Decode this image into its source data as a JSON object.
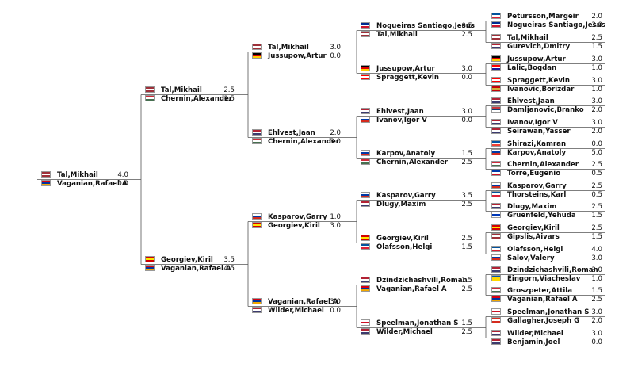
{
  "rounds": [
    {
      "pairings": [
        {
          "players": [
            {
              "name": "Petursson,Margeir",
              "score": "2.0",
              "flag": "is"
            },
            {
              "name": "Nogueiras Santiago,Jesus",
              "score": "3.0",
              "flag": "cu"
            }
          ]
        },
        {
          "players": [
            {
              "name": "Tal,Mikhail",
              "score": "2.5",
              "flag": "lv"
            },
            {
              "name": "Gurevich,Dmitry",
              "score": "1.5",
              "flag": "us"
            }
          ]
        },
        {
          "players": [
            {
              "name": "Jussupow,Artur",
              "score": "3.0",
              "flag": "de"
            },
            {
              "name": "Lalic,Bogdan",
              "score": "1.0",
              "flag": "hr"
            }
          ]
        },
        {
          "players": [
            {
              "name": "Spraggett,Kevin",
              "score": "3.0",
              "flag": "ca"
            },
            {
              "name": "Ivanovic,Borizdar",
              "score": "1.0",
              "flag": "me"
            }
          ]
        },
        {
          "players": [
            {
              "name": "Ehlvest,Jaan",
              "score": "3.0",
              "flag": "us"
            },
            {
              "name": "Damljanovic,Branko",
              "score": "2.0",
              "flag": "rs"
            }
          ]
        },
        {
          "players": [
            {
              "name": "Ivanov,Igor V",
              "score": "3.0",
              "flag": "us"
            },
            {
              "name": "Seirawan,Yasser",
              "score": "2.0",
              "flag": "us"
            }
          ]
        },
        {
          "players": [
            {
              "name": "Shirazi,Kamran",
              "score": "0.0",
              "flag": "fr"
            },
            {
              "name": "Karpov,Anatoly",
              "score": "5.0",
              "flag": "ru"
            }
          ]
        },
        {
          "players": [
            {
              "name": "Chernin,Alexander",
              "score": "2.5",
              "flag": "hu"
            },
            {
              "name": "Torre,Eugenio",
              "score": "0.5",
              "flag": "ph"
            }
          ]
        },
        {
          "players": [
            {
              "name": "Kasparov,Garry",
              "score": "2.5",
              "flag": "ru"
            },
            {
              "name": "Thorsteins,Karl",
              "score": "0.5",
              "flag": "is"
            }
          ]
        },
        {
          "players": [
            {
              "name": "Dlugy,Maxim",
              "score": "2.5",
              "flag": "us"
            },
            {
              "name": "Gruenfeld,Yehuda",
              "score": "1.5",
              "flag": "il"
            }
          ]
        },
        {
          "players": [
            {
              "name": "Georgiev,Kiril",
              "score": "2.5",
              "flag": "mk"
            },
            {
              "name": "Gipslis,Aivars",
              "score": "1.5",
              "flag": "lv"
            }
          ]
        },
        {
          "players": [
            {
              "name": "Olafsson,Helgi",
              "score": "4.0",
              "flag": "is"
            },
            {
              "name": "Salov,Valery",
              "score": "3.0",
              "flag": "ru"
            }
          ]
        },
        {
          "players": [
            {
              "name": "Dzindzichashvili,Roman",
              "score": "3.0",
              "flag": "us"
            },
            {
              "name": "Eingorn,Viacheslav",
              "score": "1.0",
              "flag": "ua"
            }
          ]
        },
        {
          "players": [
            {
              "name": "Groszpeter,Attila",
              "score": "1.5",
              "flag": "hu"
            },
            {
              "name": "Vaganian,Rafael A",
              "score": "2.5",
              "flag": "am"
            }
          ]
        },
        {
          "players": [
            {
              "name": "Speelman,Jonathan S",
              "score": "3.0",
              "flag": "en"
            },
            {
              "name": "Gallagher,Joseph G",
              "score": "2.0",
              "flag": "ch"
            }
          ]
        },
        {
          "players": [
            {
              "name": "Wilder,Michael",
              "score": "3.0",
              "flag": "us"
            },
            {
              "name": "Benjamin,Joel",
              "score": "0.0",
              "flag": "us"
            }
          ]
        }
      ]
    },
    {
      "pairings": [
        {
          "players": [
            {
              "name": "Nogueiras Santiago,Jesus",
              "score": "0.5",
              "flag": "cu"
            },
            {
              "name": "Tal,Mikhail",
              "score": "2.5",
              "flag": "lv"
            }
          ]
        },
        {
          "players": [
            {
              "name": "Jussupow,Artur",
              "score": "3.0",
              "flag": "de"
            },
            {
              "name": "Spraggett,Kevin",
              "score": "0.0",
              "flag": "ca"
            }
          ]
        },
        {
          "players": [
            {
              "name": "Ehlvest,Jaan",
              "score": "3.0",
              "flag": "us"
            },
            {
              "name": "Ivanov,Igor V",
              "score": "0.0",
              "flag": "ru"
            }
          ]
        },
        {
          "players": [
            {
              "name": "Karpov,Anatoly",
              "score": "1.5",
              "flag": "ru"
            },
            {
              "name": "Chernin,Alexander",
              "score": "2.5",
              "flag": "hu"
            }
          ]
        },
        {
          "players": [
            {
              "name": "Kasparov,Garry",
              "score": "3.5",
              "flag": "ru"
            },
            {
              "name": "Dlugy,Maxim",
              "score": "2.5",
              "flag": "us"
            }
          ]
        },
        {
          "players": [
            {
              "name": "Georgiev,Kiril",
              "score": "2.5",
              "flag": "mk"
            },
            {
              "name": "Olafsson,Helgi",
              "score": "1.5",
              "flag": "is"
            }
          ]
        },
        {
          "players": [
            {
              "name": "Dzindzichashvili,Roman",
              "score": "1.5",
              "flag": "us"
            },
            {
              "name": "Vaganian,Rafael A",
              "score": "2.5",
              "flag": "am"
            }
          ]
        },
        {
          "players": [
            {
              "name": "Speelman,Jonathan S",
              "score": "1.5",
              "flag": "en"
            },
            {
              "name": "Wilder,Michael",
              "score": "2.5",
              "flag": "us"
            }
          ]
        }
      ]
    },
    {
      "pairings": [
        {
          "players": [
            {
              "name": "Tal,Mikhail",
              "score": "3.0",
              "flag": "lv"
            },
            {
              "name": "Jussupow,Artur",
              "score": "0.0",
              "flag": "de"
            }
          ]
        },
        {
          "players": [
            {
              "name": "Ehlvest,Jaan",
              "score": "2.0",
              "flag": "us"
            },
            {
              "name": "Chernin,Alexander",
              "score": "3.0",
              "flag": "hu"
            }
          ]
        },
        {
          "players": [
            {
              "name": "Kasparov,Garry",
              "score": "1.0",
              "flag": "ru"
            },
            {
              "name": "Georgiev,Kiril",
              "score": "3.0",
              "flag": "mk"
            }
          ]
        },
        {
          "players": [
            {
              "name": "Vaganian,Rafael A",
              "score": "3.0",
              "flag": "am"
            },
            {
              "name": "Wilder,Michael",
              "score": "0.0",
              "flag": "us"
            }
          ]
        }
      ]
    },
    {
      "pairings": [
        {
          "players": [
            {
              "name": "Tal,Mikhail",
              "score": "2.5",
              "flag": "lv"
            },
            {
              "name": "Chernin,Alexander",
              "score": "1.5",
              "flag": "hu"
            }
          ]
        },
        {
          "players": [
            {
              "name": "Georgiev,Kiril",
              "score": "3.5",
              "flag": "mk"
            },
            {
              "name": "Vaganian,Rafael A",
              "score": "4.5",
              "flag": "am"
            }
          ]
        }
      ]
    },
    {
      "pairings": [
        {
          "players": [
            {
              "name": "Tal,Mikhail",
              "score": "4.0",
              "flag": "lv"
            },
            {
              "name": "Vaganian,Rafael A",
              "score": "0.0",
              "flag": "am"
            }
          ]
        }
      ]
    }
  ],
  "flag_colors": {
    "is": [
      "#02529C",
      "#FFFFFF",
      "#DC1E35"
    ],
    "cu": [
      "#002A8F",
      "#FFFFFF",
      "#CF142B"
    ],
    "lv": [
      "#9E3039",
      "#FFFFFF",
      "#9E3039"
    ],
    "us": [
      "#B22234",
      "#FFFFFF",
      "#3C3B6E"
    ],
    "de": [
      "#000000",
      "#DD0000",
      "#FFCE00"
    ],
    "hr": [
      "#FF0000",
      "#FFFFFF",
      "#171796"
    ],
    "ca": [
      "#FF0000",
      "#FFFFFF",
      "#FF0000"
    ],
    "me": [
      "#C40308",
      "#D3AE3B",
      "#C40308"
    ],
    "rs": [
      "#C6363C",
      "#0C4076",
      "#FFFFFF"
    ],
    "fr": [
      "#0055A4",
      "#FFFFFF",
      "#EF4135"
    ],
    "ru": [
      "#FFFFFF",
      "#0039A6",
      "#D52B1E"
    ],
    "hu": [
      "#CE2939",
      "#FFFFFF",
      "#477050"
    ],
    "ph": [
      "#0038A8",
      "#FFFFFF",
      "#CE1126"
    ],
    "il": [
      "#FFFFFF",
      "#0038B8",
      "#FFFFFF"
    ],
    "mk": [
      "#D20000",
      "#FFE600",
      "#D20000"
    ],
    "ua": [
      "#0057B7",
      "#FFD700",
      "#FFD700"
    ],
    "am": [
      "#D90012",
      "#0033A0",
      "#F2A800"
    ],
    "en": [
      "#FFFFFF",
      "#CE1124",
      "#FFFFFF"
    ],
    "ch": [
      "#D52B1E",
      "#FFFFFF",
      "#D52B1E"
    ]
  }
}
